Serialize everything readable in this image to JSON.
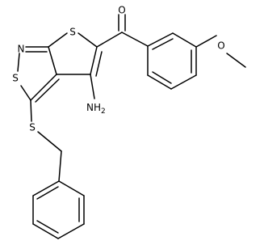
{
  "structure": {
    "atoms": {
      "oxygen_carbonyl": "O",
      "sulfur_thiophene": "S",
      "nitrogen_ring": "N",
      "sulfur_isothiazole": "S",
      "amino_group": "NH",
      "amino_subscript": "2",
      "sulfur_thioether": "S",
      "oxygen_methoxy": "O"
    }
  }
}
